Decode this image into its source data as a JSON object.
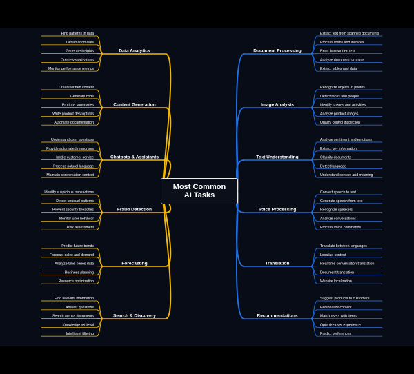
{
  "center": {
    "title": "Most Common AI Tasks"
  },
  "colors": {
    "background": "#080c16",
    "left_lines": "#f5b800",
    "right_lines": "#1f6fe0",
    "leaf_underline_left": "#c89a18",
    "leaf_underline_right": "#2a5fc0"
  },
  "left_branches": [
    {
      "label": "Data Analytics",
      "items": [
        "Find patterns in data",
        "Detect anomalies",
        "Generate insights",
        "Create visualizations",
        "Monitor performance metrics"
      ]
    },
    {
      "label": "Content Generation",
      "items": [
        "Create written content",
        "Generate code",
        "Produce summaries",
        "Write product descriptions",
        "Automate documentation"
      ]
    },
    {
      "label": "Chatbots & Assistants",
      "items": [
        "Understand user questions",
        "Provide automated responses",
        "Handle customer service",
        "Process natural language",
        "Maintain conversation context"
      ]
    },
    {
      "label": "Fraud Detection",
      "items": [
        "Identify suspicious transactions",
        "Detect unusual patterns",
        "Prevent security breaches",
        "Monitor user behavior",
        "Risk assessment"
      ]
    },
    {
      "label": "Forecasting",
      "items": [
        "Predict future trends",
        "Forecast sales and demand",
        "Analyze time-series data",
        "Business planning",
        "Resource optimization"
      ]
    },
    {
      "label": "Search & Discovery",
      "items": [
        "Find relevant information",
        "Answer questions",
        "Search across documents",
        "Knowledge retrieval",
        "Intelligent filtering"
      ]
    }
  ],
  "right_branches": [
    {
      "label": "Document Processing",
      "items": [
        "Extract text from scanned documents",
        "Process forms and invoices",
        "Read handwritten text",
        "Analyze document structure",
        "Extract tables and data"
      ]
    },
    {
      "label": "Image Analysis",
      "items": [
        "Recognize objects in photos",
        "Detect faces and people",
        "Identify scenes and activities",
        "Analyze product images",
        "Quality control inspection"
      ]
    },
    {
      "label": "Text Understanding",
      "items": [
        "Analyze sentiment and emotions",
        "Extract key information",
        "Classify documents",
        "Detect language",
        "Understand context and meaning"
      ]
    },
    {
      "label": "Voice Processing",
      "items": [
        "Convert speech to text",
        "Generate speech from text",
        "Recognize speakers",
        "Analyze conversations",
        "Process voice commands"
      ]
    },
    {
      "label": "Translation",
      "items": [
        "Translate between languages",
        "Localize content",
        "Real-time conversation translation",
        "Document translation",
        "Website localization"
      ]
    },
    {
      "label": "Recommendations",
      "items": [
        "Suggest products to customers",
        "Personalize content",
        "Match users with items",
        "Optimize user experience",
        "Predict preferences"
      ]
    }
  ]
}
